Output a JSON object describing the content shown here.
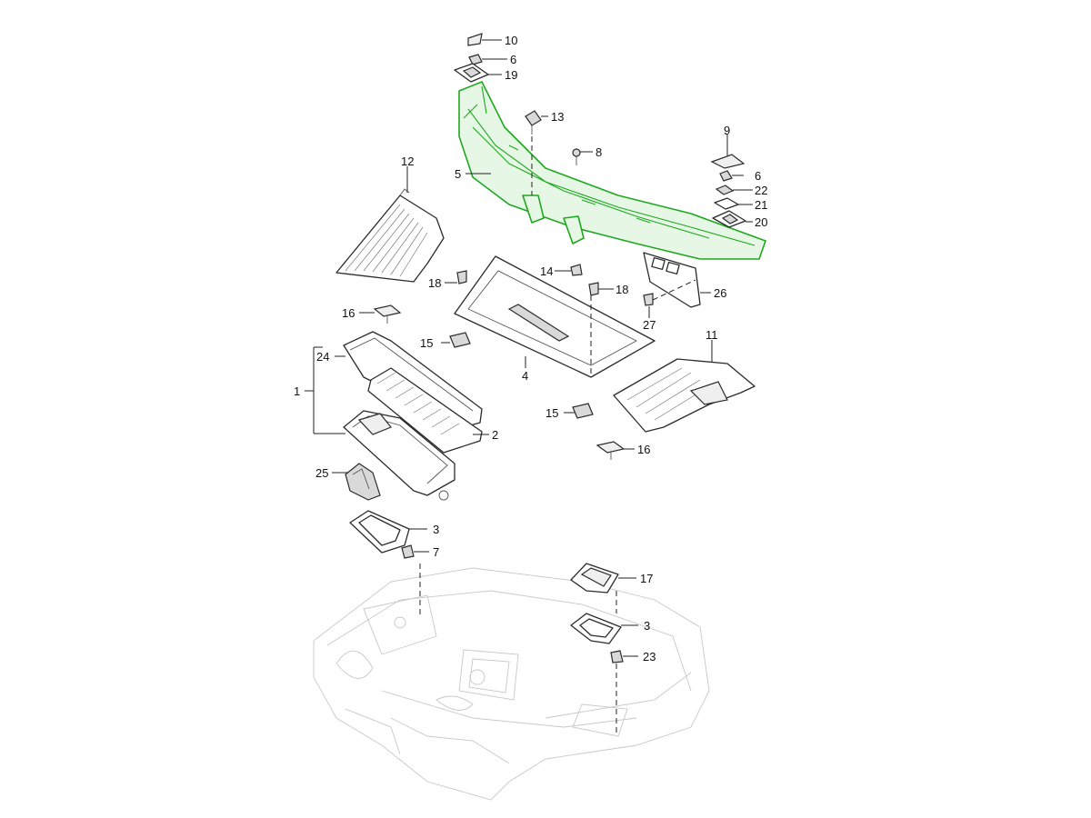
{
  "highlight_color": "#1fa81f",
  "callouts": {
    "c1": "1",
    "c2": "2",
    "c3a": "3",
    "c3b": "3",
    "c4": "4",
    "c5": "5",
    "c6a": "6",
    "c6b": "6",
    "c7": "7",
    "c8": "8",
    "c9": "9",
    "c10": "10",
    "c11": "11",
    "c12": "12",
    "c13": "13",
    "c14": "14",
    "c15a": "15",
    "c15b": "15",
    "c16a": "16",
    "c16b": "16",
    "c17": "17",
    "c18a": "18",
    "c18b": "18",
    "c19": "19",
    "c20": "20",
    "c21": "21",
    "c22": "22",
    "c23": "23",
    "c24": "24",
    "c25": "25",
    "c26": "26",
    "c27": "27"
  },
  "icons": [
    "cowl-panel-icon",
    "air-filter-icon",
    "trim-panel-icon",
    "clip-icon",
    "seal-icon"
  ]
}
